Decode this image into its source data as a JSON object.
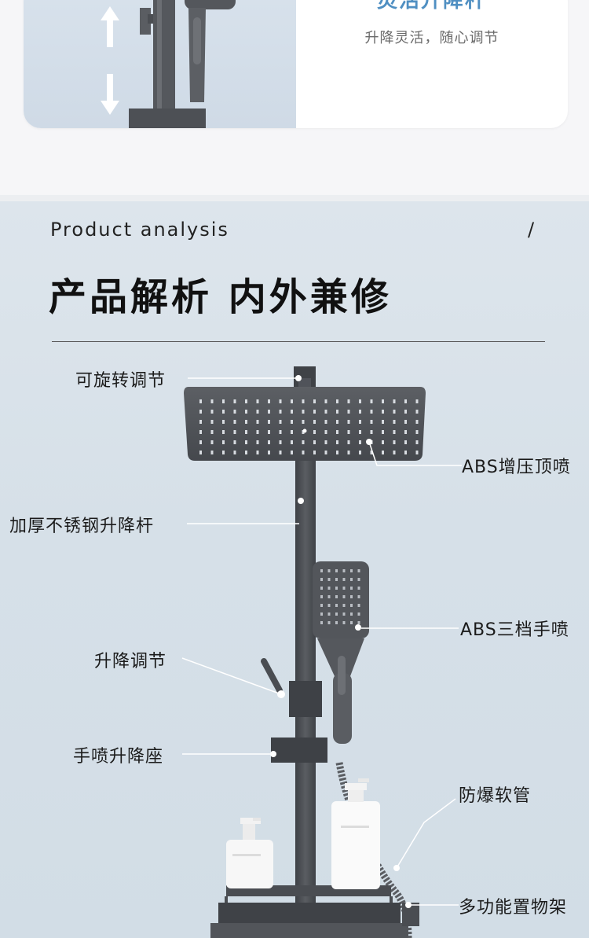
{
  "feature": {
    "title": "灵活升降杆",
    "subtitle": "升降灵活，随心调节"
  },
  "analysis": {
    "title_en": "Product analysis",
    "title_slash": "/",
    "title_cn": "产品解析 内外兼修",
    "callouts": {
      "rotatable": "可旋转调节",
      "abs_top_spray": "ABS增压顶喷",
      "thick_rod": "加厚不锈钢升降杆",
      "abs_hand_spray": "ABS三档手喷",
      "lift_adjust": "升降调节",
      "hand_spray_seat": "手喷升降座",
      "hose": "防爆软管",
      "shelf": "多功能置物架"
    }
  },
  "colors": {
    "accent": "#4f8fc2",
    "metal": "#4b4e53",
    "background": "#d8e1e9"
  }
}
